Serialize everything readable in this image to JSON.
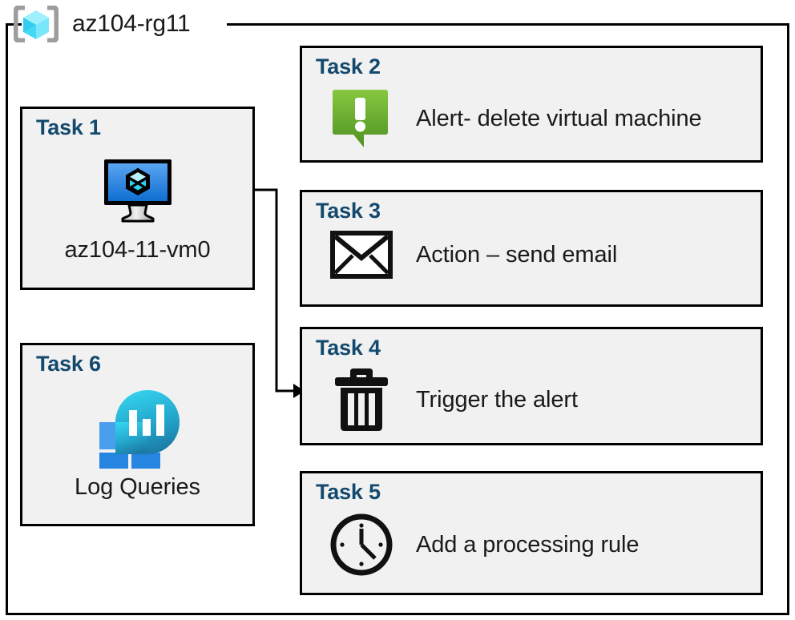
{
  "resource_group": {
    "name": "az104-rg11",
    "icon": "azure-resource-group-icon"
  },
  "tasks": [
    {
      "id": "task1",
      "title": "Task 1",
      "label": "az104-11-vm0",
      "icon": "virtual-machine-icon",
      "layout": "vertical"
    },
    {
      "id": "task2",
      "title": "Task 2",
      "label": "Alert- delete virtual machine",
      "icon": "alert-callout-icon",
      "layout": "horizontal"
    },
    {
      "id": "task3",
      "title": "Task 3",
      "label": "Action – send email",
      "icon": "envelope-icon",
      "layout": "horizontal"
    },
    {
      "id": "task4",
      "title": "Task 4",
      "label": "Trigger the alert",
      "icon": "trash-icon",
      "layout": "horizontal"
    },
    {
      "id": "task5",
      "title": "Task 5",
      "label": "Add a processing rule",
      "icon": "clock-icon",
      "layout": "horizontal"
    },
    {
      "id": "task6",
      "title": "Task 6",
      "label": "Log Queries",
      "icon": "log-analytics-icon",
      "layout": "vertical"
    }
  ],
  "connector": {
    "from": "task1",
    "to": "task4",
    "arrow": "arrowhead-right"
  },
  "colors": {
    "task_title": "#13496e",
    "box_fill": "#f1f1f1",
    "box_border": "#000000",
    "alert_green_light": "#7ec242",
    "alert_green_dark": "#4f9123",
    "vm_blue_light": "#57a0f0",
    "vm_blue_dark": "#1273d4",
    "rg_cube_cyan": "#7fe7fb",
    "log_square_light": "#4a9eee",
    "log_square_dark": "#2585e0",
    "log_blob_top": "#2fc7e8",
    "log_blob_bottom": "#1a7fa8",
    "text": "#1a1a1a"
  }
}
